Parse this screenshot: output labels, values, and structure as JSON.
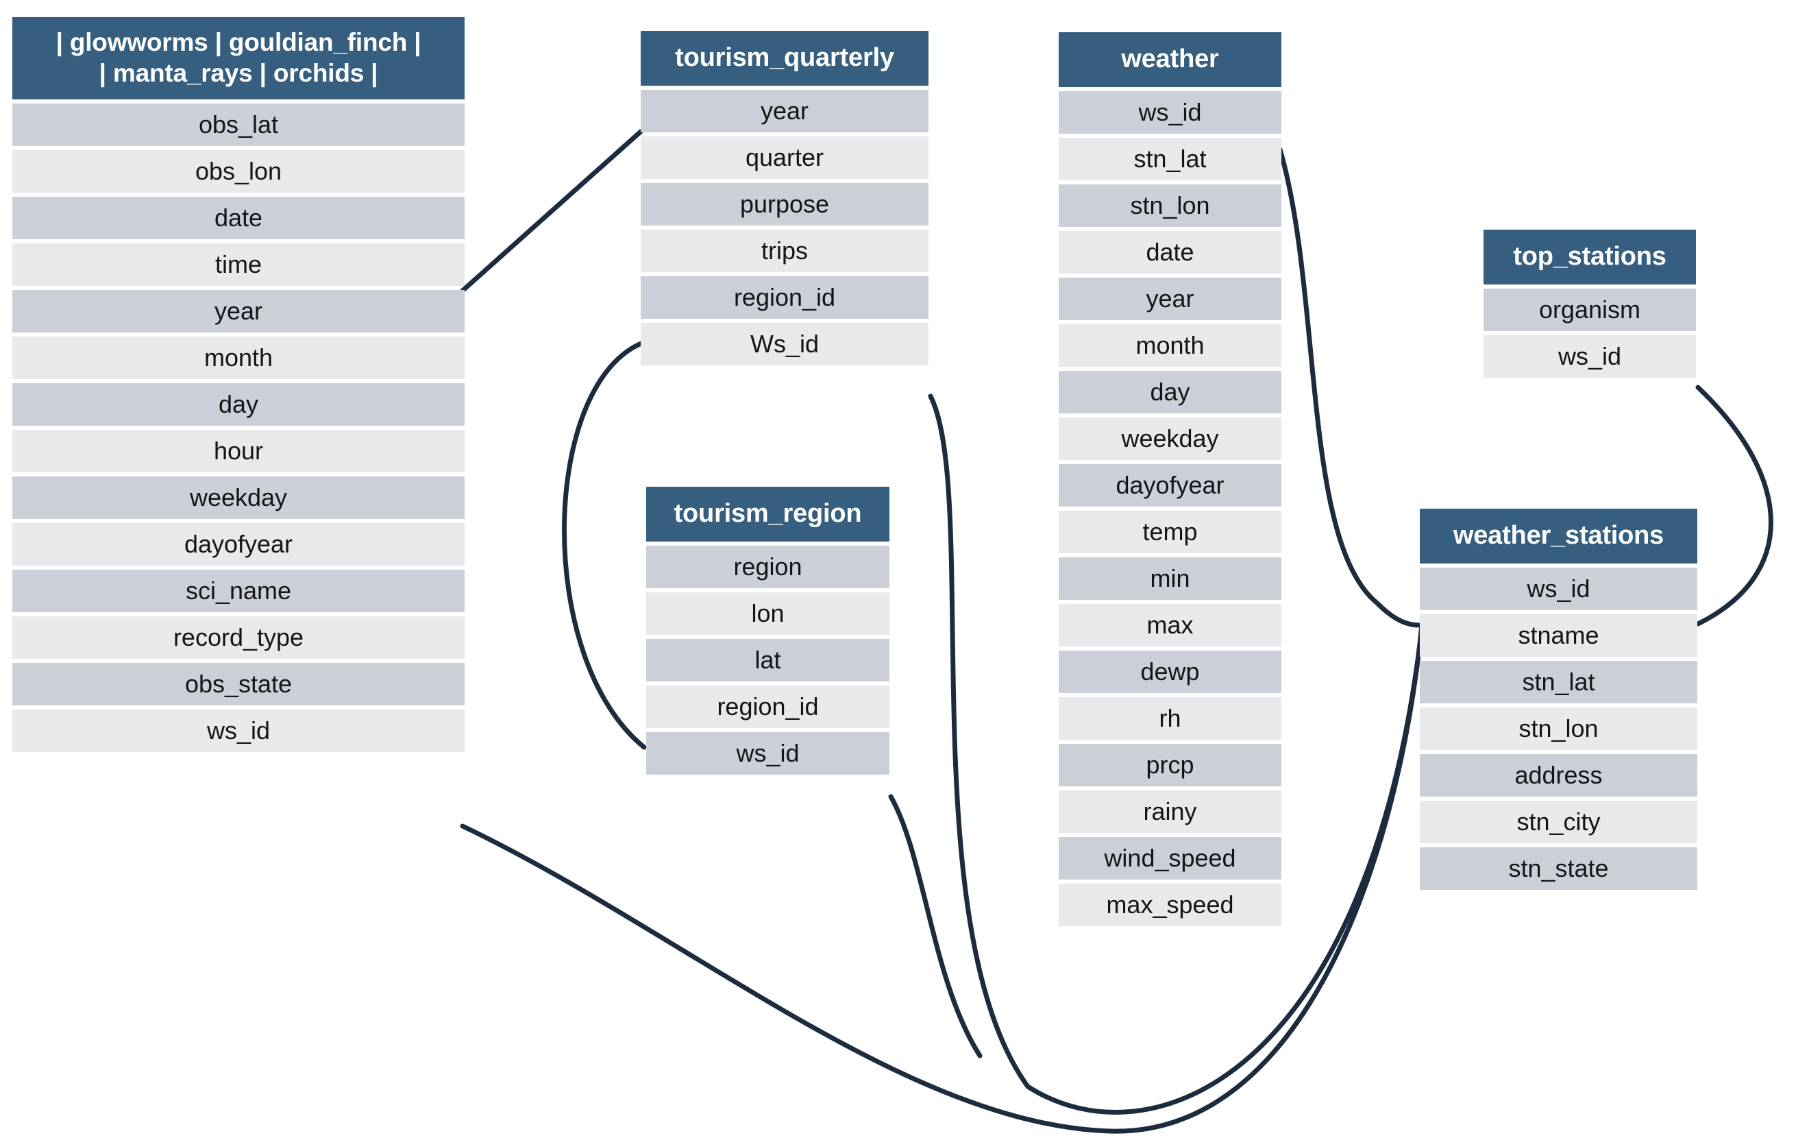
{
  "diagram": {
    "title": "database-schema-erd",
    "colors": {
      "header_bg": "#365f7f",
      "header_text": "#ffffff",
      "row_odd": "#cbd0d8",
      "row_even": "#e8e9eb",
      "edge_line": "#1c2c3e",
      "background": "#ffffff"
    }
  },
  "entities": [
    {
      "id": "organisms",
      "name": "| glowworms | gouldian_finch | | manta_rays | orchids |",
      "name_line1": "| glowworms | gouldian_finch |",
      "name_line2": "| manta_rays | orchids |",
      "columns": [
        "obs_lat",
        "obs_lon",
        "date",
        "time",
        "year",
        "month",
        "day",
        "hour",
        "weekday",
        "dayofyear",
        "sci_name",
        "record_type",
        "obs_state",
        "ws_id"
      ]
    },
    {
      "id": "tourism_quarterly",
      "name": "tourism_quarterly",
      "columns": [
        "year",
        "quarter",
        "purpose",
        "trips",
        "region_id",
        "Ws_id"
      ]
    },
    {
      "id": "tourism_region",
      "name": "tourism_region",
      "columns": [
        "region",
        "lon",
        "lat",
        "region_id",
        "ws_id"
      ]
    },
    {
      "id": "weather",
      "name": "weather",
      "columns": [
        "ws_id",
        "stn_lat",
        "stn_lon",
        "date",
        "year",
        "month",
        "day",
        "weekday",
        "dayofyear",
        "temp",
        "min",
        "max",
        "dewp",
        "rh",
        "prcp",
        "rainy",
        "wind_speed",
        "max_speed"
      ]
    },
    {
      "id": "top_stations",
      "name": "top_stations",
      "columns": [
        "organism",
        "ws_id"
      ]
    },
    {
      "id": "weather_stations",
      "name": "weather_stations",
      "columns": [
        "ws_id",
        "stname",
        "stn_lat",
        "stn_lon",
        "address",
        "stn_city",
        "stn_state"
      ]
    }
  ],
  "relationships": [
    {
      "from": "organisms.time",
      "to": "tourism_quarterly.year"
    },
    {
      "from": "tourism_quarterly.region_id",
      "to": "tourism_region.region_id"
    },
    {
      "from": "tourism_quarterly.Ws_id",
      "to": "weather_stations.ws_id"
    },
    {
      "from": "tourism_region.ws_id",
      "to": "weather_stations.ws_id"
    },
    {
      "from": "organisms.ws_id",
      "to": "weather_stations.ws_id"
    },
    {
      "from": "weather.ws_id",
      "to": "weather_stations.ws_id"
    },
    {
      "from": "top_stations.ws_id",
      "to": "weather_stations.ws_id"
    }
  ]
}
